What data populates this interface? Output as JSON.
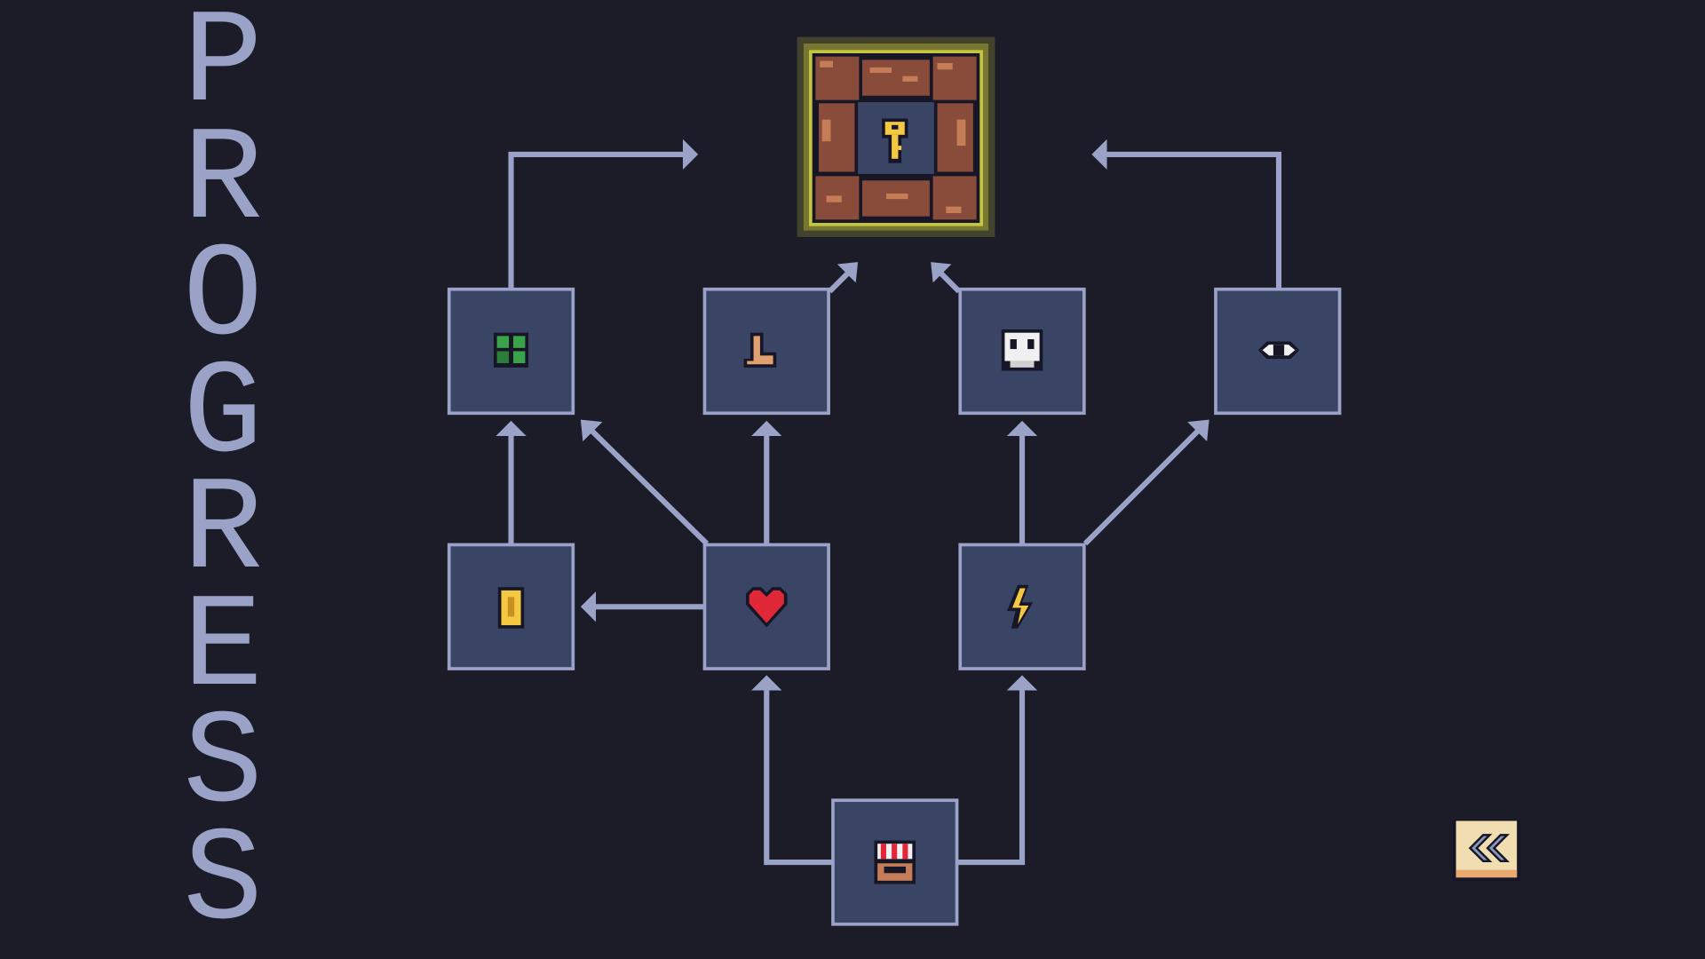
{
  "title": "PROGRESS",
  "colors": {
    "background": "#1b1c28",
    "line": "#9aa3c7",
    "node_fill": "#3a4566",
    "glow": "#b8b83a"
  },
  "goal": {
    "icon": "key-icon",
    "state": "locked"
  },
  "nodes": [
    {
      "id": "luck",
      "icon": "clover-icon"
    },
    {
      "id": "strength",
      "icon": "flexed-arm-icon"
    },
    {
      "id": "death",
      "icon": "skull-icon"
    },
    {
      "id": "vision",
      "icon": "eye-icon"
    },
    {
      "id": "gold",
      "icon": "coin-icon"
    },
    {
      "id": "health",
      "icon": "heart-icon"
    },
    {
      "id": "energy",
      "icon": "lightning-icon"
    },
    {
      "id": "shop",
      "icon": "shop-icon"
    }
  ],
  "back_button": {
    "icon": "double-chevron-left-icon"
  }
}
